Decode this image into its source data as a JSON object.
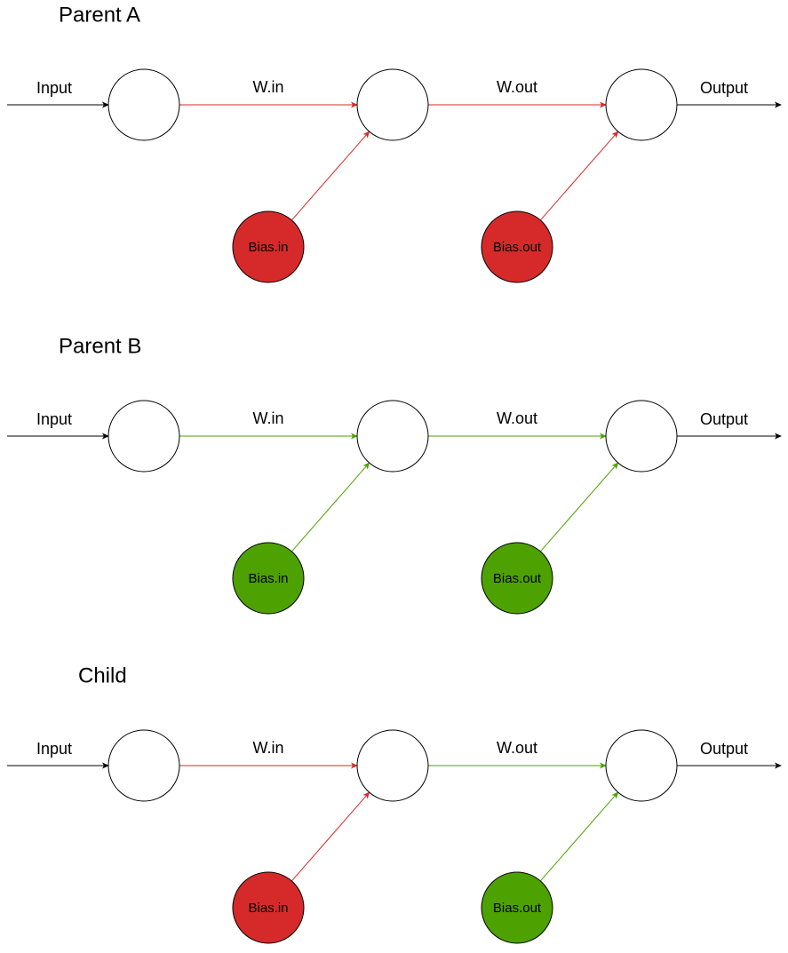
{
  "colors": {
    "red": "#d62a2a",
    "green": "#4da100",
    "black": "#000000",
    "node_fill": "#ffffff"
  },
  "sections": [
    {
      "title": "Parent A",
      "input_label": "Input",
      "output_label": "Output",
      "w_in_label": "W.in",
      "w_out_label": "W.out",
      "bias_in_label": "Bias.in",
      "bias_out_label": "Bias.out",
      "w_in_color": "red",
      "w_out_color": "red",
      "bias_in_color": "red",
      "bias_out_color": "red"
    },
    {
      "title": "Parent B",
      "input_label": "Input",
      "output_label": "Output",
      "w_in_label": "W.in",
      "w_out_label": "W.out",
      "bias_in_label": "Bias.in",
      "bias_out_label": "Bias.out",
      "w_in_color": "green",
      "w_out_color": "green",
      "bias_in_color": "green",
      "bias_out_color": "green"
    },
    {
      "title": "Child",
      "input_label": "Input",
      "output_label": "Output",
      "w_in_label": "W.in",
      "w_out_label": "W.out",
      "bias_in_label": "Bias.in",
      "bias_out_label": "Bias.out",
      "w_in_color": "red",
      "w_out_color": "green",
      "bias_in_color": "red",
      "bias_out_color": "green"
    }
  ]
}
